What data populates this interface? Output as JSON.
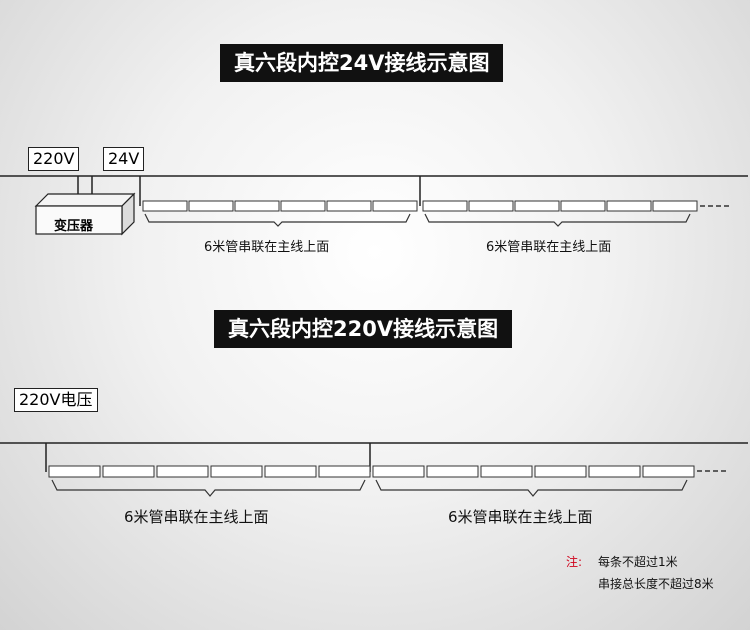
{
  "diagram1": {
    "title": "真六段内控24V接线示意图",
    "label_220v": "220V",
    "label_24v": "24V",
    "transformer": "变压器",
    "group_labels": [
      "6米管串联在主线上面",
      "6米管串联在主线上面"
    ]
  },
  "diagram2": {
    "title": "真六段内控220V接线示意图",
    "label_voltage": "220V电压",
    "group_labels": [
      "6米管串联在主线上面",
      "6米管串联在主线上面"
    ]
  },
  "note": {
    "head": "注:",
    "line1": "每条不超过1米",
    "line2": "串接总长度不超过8米"
  },
  "colors": {
    "title_bg": "#111111",
    "note_head": "#d0021b"
  }
}
